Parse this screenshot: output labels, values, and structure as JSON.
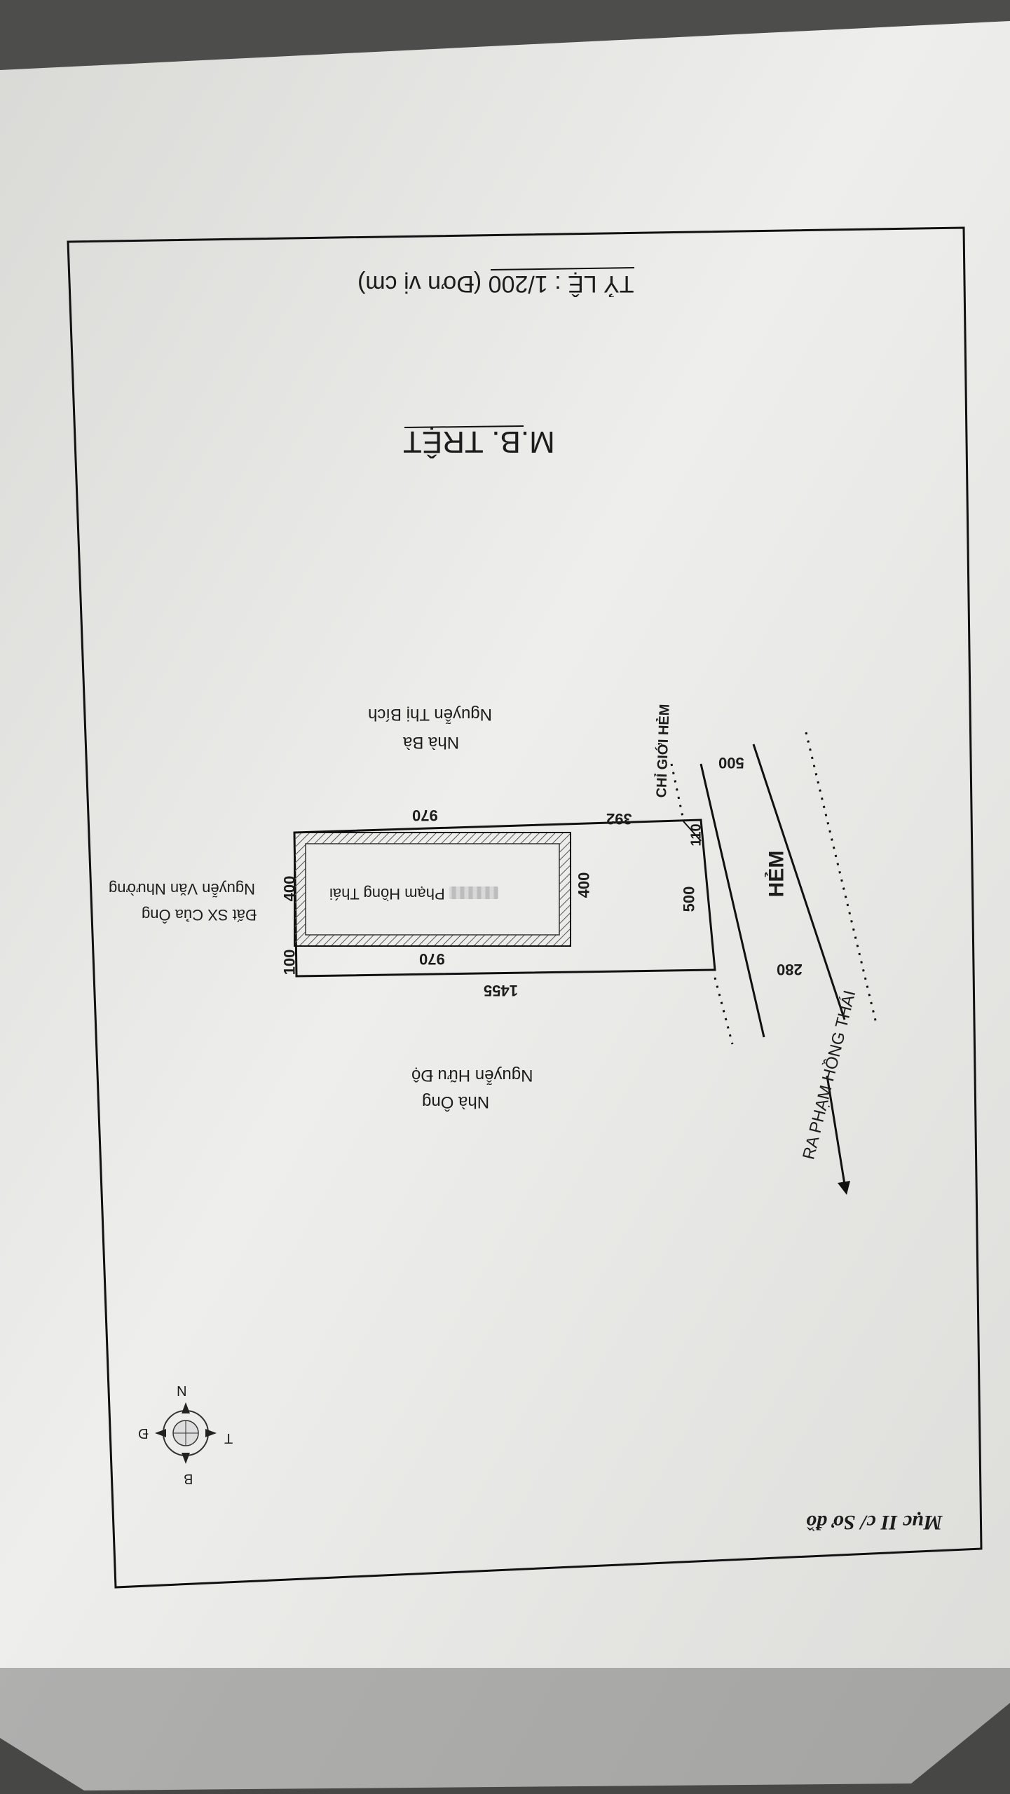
{
  "document": {
    "section": "Mục II c/ Sơ đồ",
    "scale": "TỶ LỆ : 1/200 (Đơn vị cm)",
    "plan_title": "M.B. TRỆT"
  },
  "compass": {
    "north": "N",
    "east": "Đ",
    "south": "B",
    "west": "T"
  },
  "neighbors": {
    "top_line1": "Nhà Bà",
    "top_line2": "Nguyễn Thị Bích",
    "bottom_line1": "Nhà Ông",
    "bottom_line2": "Nguyễn Hữu Độ",
    "right_line1": "Đất SX Của Ông",
    "right_line2": "Nguyễn Văn Nhường"
  },
  "road": {
    "alley": "HẺM",
    "boundary": "CHỈ GIỚI HẺM",
    "direction": "RA PHẠM HỒNG THÁI"
  },
  "house": {
    "address_suffix": "Phạm Hồng Thái"
  },
  "dimensions": {
    "top_length": "970",
    "inner_length": "970",
    "total_length": "1455",
    "setback_front": "392",
    "alley_width_front": "500",
    "corner_cut": "110",
    "lot_width": "500",
    "house_width": "400",
    "right_house_width": "400",
    "back_strip": "100",
    "alley_width_back": "280"
  }
}
